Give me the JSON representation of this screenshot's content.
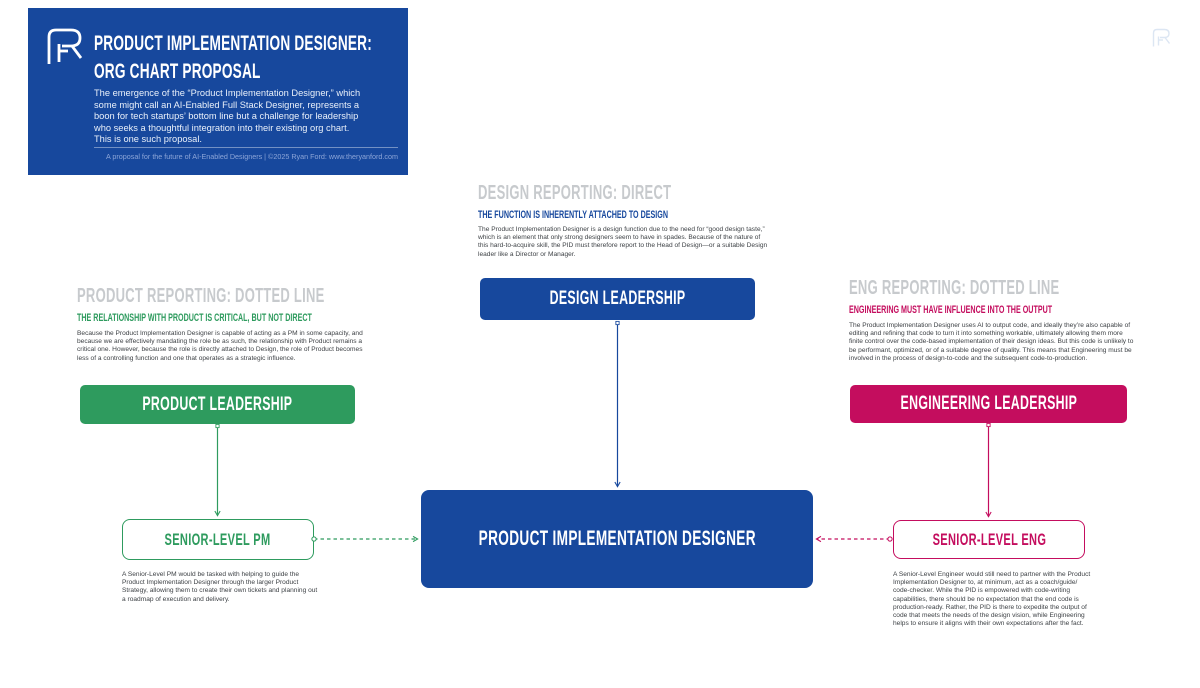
{
  "colors": {
    "blue": "#17489D",
    "green": "#2E9B5E",
    "crimson": "#C40D5E",
    "heading_gray": "#C7CACD",
    "body_text": "#3E4246",
    "page_bg": "#FFFFFF"
  },
  "header": {
    "logo": "FR",
    "title_line1": "PRODUCT IMPLEMENTATION DESIGNER:",
    "title_line2": "ORG CHART PROPOSAL",
    "description": "The emergence of the “Product Implementation Designer,” which\nsome might call an AI-Enabled Full Stack Designer, represents a\nboon for tech startups’ bottom line but a challenge for leadership\nwho seeks a thoughtful integration into their existing org chart.\nThis is one such proposal.",
    "credit": "A proposal for the future of AI-Enabled Designers | ©2025 Ryan Ford: www.theryanford.com"
  },
  "sections": {
    "design": {
      "heading": "DESIGN REPORTING: DIRECT",
      "subheading": "THE FUNCTION IS INHERENTLY ATTACHED TO DESIGN",
      "body": "The Product Implementation Designer is a design function due to the need for “good design taste,”\nwhich is an element that only strong designers seem to have in spades. Because of the nature of\nthis hard-to-acquire skill, the PID must therefore report to the Head of Design—or a suitable Design\nleader like a Director or Manager.",
      "box_label": "DESIGN LEADERSHIP"
    },
    "product": {
      "heading": "PRODUCT REPORTING: DOTTED LINE",
      "subheading": "THE RELATIONSHIP WITH PRODUCT IS CRITICAL, BUT NOT DIRECT",
      "body": "Because the Product Implementation Designer is capable of acting as a PM in some capacity, and\nbecause we are effectively mandating the role be as such, the relationship with Product remains a\ncritical one. However, because the role is directly attached to Design, the role of Product becomes\nless of a controlling function and one that operates as a strategic influence.",
      "box_label": "PRODUCT LEADERSHIP",
      "partner_box_label": "SENIOR-LEVEL PM",
      "partner_note": "A Senior-Level PM would be tasked with helping to guide the\nProduct Implementation Designer through the larger Product\nStrategy, allowing them to create their own tickets and planning out\na roadmap of execution and delivery."
    },
    "eng": {
      "heading": "ENG REPORTING: DOTTED LINE",
      "subheading": "ENGINEERING MUST HAVE INFLUENCE INTO THE OUTPUT",
      "body": "The Product Implementation Designer uses AI to output code, and ideally they’re also capable of\nediting and refining that code to turn it into something workable, ultimately allowing them more\nfinite control over the code-based implementation of their design ideas. But this code is unlikely to\nbe performant, optimized, or of a suitable degree of quality. This means that Engineering must be\ninvolved in the process of design-to-code and the subsequent code-to-production.",
      "box_label": "ENGINEERING LEADERSHIP",
      "partner_box_label": "SENIOR-LEVEL ENG",
      "partner_note": "A Senior-Level Engineer would still need to partner with the Product\nImplementation Designer to, at minimum, act as a coach/guide/\ncode-checker. While the PID is empowered with code-writing\ncapabilities, there should be no expectation that the end code is\nproduction-ready. Rather, the PID is there to expedite the output of\ncode that meets the needs of the design vision, while Engineering\nhelps to ensure it aligns with their own expectations after the fact."
    }
  },
  "center": {
    "box_label": "PRODUCT IMPLEMENTATION DESIGNER"
  }
}
